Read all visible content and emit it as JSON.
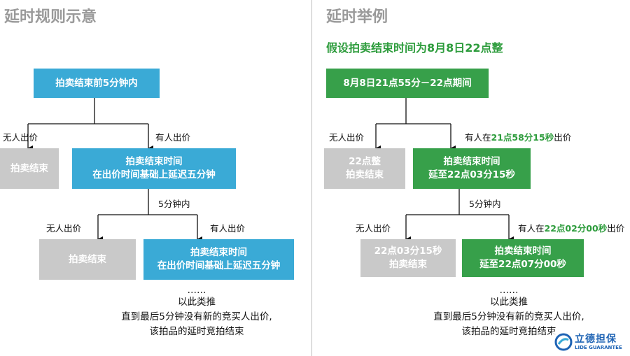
{
  "left": {
    "title": "延时规则示意",
    "top_box": "拍卖结束前5分钟内",
    "no_bid_1": "无人出价",
    "bid_1": "有人出价",
    "end_box_1": "拍卖结束",
    "extend_box_1": [
      "拍卖结束时间",
      "在出价时间基础上延迟五分钟"
    ],
    "within_5": "5分钟内",
    "no_bid_2": "无人出价",
    "bid_2": "有人出价",
    "end_box_2": "拍卖结束",
    "extend_box_2": [
      "拍卖结束时间",
      "在出价时间基础上延迟五分钟"
    ],
    "note": [
      "……",
      "以此类推",
      "直到最后5分钟没有新的竞买人出价,",
      "该拍品的延时竞拍结束"
    ]
  },
  "right": {
    "title": "延时举例",
    "subtitle": "假设拍卖结束时间为8月8日22点整",
    "top_box": "8月8日21点55分－22点期间",
    "no_bid_1": "无人出价",
    "bid_1_prefix": "有人在",
    "bid_1_time": "21点58分15秒",
    "bid_1_suffix": "出价",
    "end_box_1": [
      "22点整",
      "拍卖结束"
    ],
    "extend_box_1": [
      "拍卖结束时间",
      "延至22点03分15秒"
    ],
    "within_5": "5分钟内",
    "no_bid_2": "无人出价",
    "bid_2_prefix": "有人在",
    "bid_2_time": "22点02分00秒",
    "bid_2_suffix": "出价",
    "end_box_2": [
      "22点03分15秒",
      "拍卖结束"
    ],
    "extend_box_2": [
      "拍卖结束时间",
      "延至22点07分00秒"
    ],
    "note": [
      "……",
      "以此类推",
      "直到最后5分钟没有新的竞买人出价,",
      "该拍品的延时竞拍结束"
    ]
  },
  "logo": {
    "cn": "立德担保",
    "en": "LIDE GUARANTEE"
  },
  "colors": {
    "blue": "#3aaad6",
    "green": "#37a04a",
    "gray": "#c9c9c9",
    "accent_text": "#2d9c3c"
  }
}
